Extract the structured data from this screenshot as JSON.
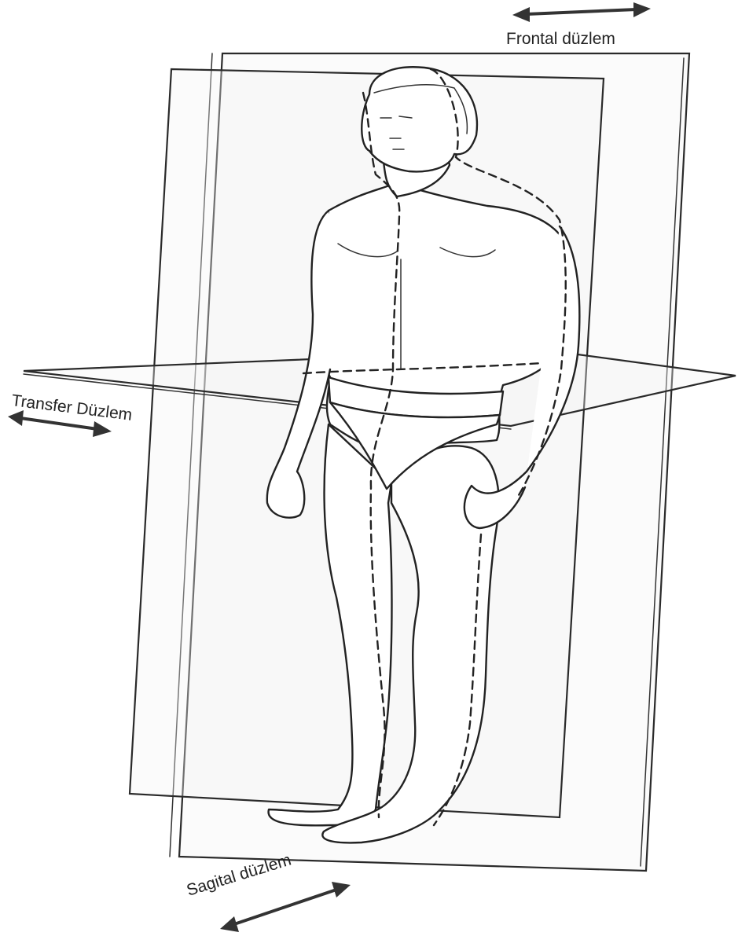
{
  "labels": {
    "frontal": "Frontal düzlem",
    "transfer": "Transfer Düzlem",
    "sagital": "Sagital düzlem"
  }
}
